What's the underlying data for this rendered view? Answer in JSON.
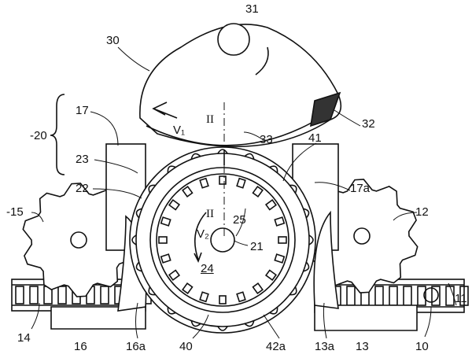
{
  "figure": {
    "labels": {
      "l31": "31",
      "l30": "30",
      "l17": "17",
      "l20": "-20",
      "l23": "23",
      "l22": "22",
      "l15": "-15",
      "l14": "14",
      "l16": "16",
      "l16a": "16a",
      "l40": "40",
      "l42a": "42a",
      "l13": "13",
      "l13a": "13a",
      "l10": "10",
      "l11": "11",
      "l12": "12",
      "l17a": "17a",
      "l41": "41",
      "l33": "33",
      "l32": "32",
      "l2top": "II",
      "l2bot": "II",
      "lv1": "V₁",
      "lv2": "V₂",
      "l21": "21",
      "l25": "25",
      "l24": "24"
    },
    "drum_pocket_count": 20
  }
}
